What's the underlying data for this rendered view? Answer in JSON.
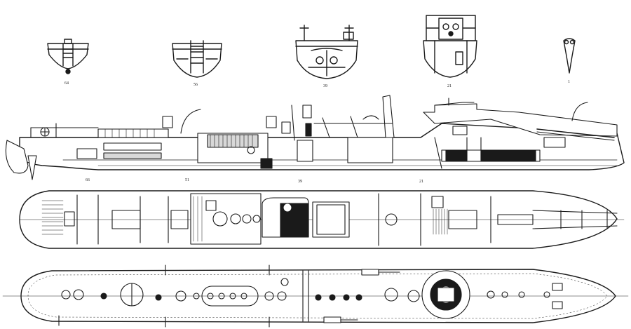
{
  "sections": [
    {
      "id": "s64",
      "label": "64"
    },
    {
      "id": "s56",
      "label": "56"
    },
    {
      "id": "s39",
      "label": "39"
    },
    {
      "id": "s21",
      "label": "21"
    },
    {
      "id": "s1",
      "label": "1"
    }
  ],
  "frames": [
    {
      "id": "f66",
      "label": "66"
    },
    {
      "id": "f51",
      "label": "51"
    },
    {
      "id": "f39",
      "label": "39"
    },
    {
      "id": "f21",
      "label": "21"
    }
  ],
  "colors": {
    "ink": "#1a1a1a",
    "paper": "#ffffff",
    "shade": "#d8d8d8"
  }
}
